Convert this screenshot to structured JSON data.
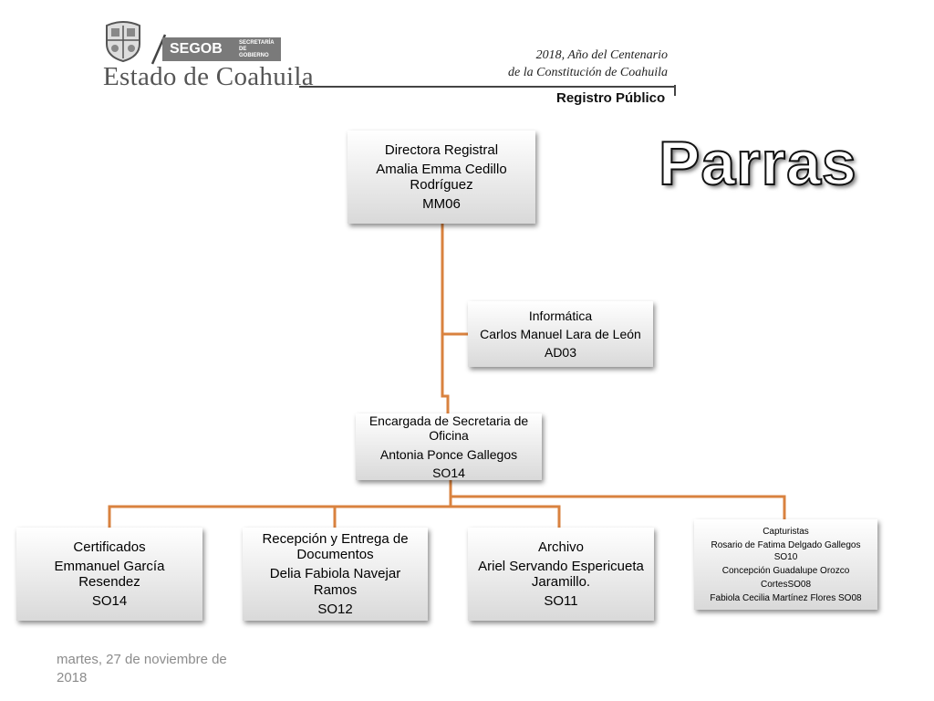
{
  "header": {
    "state_name": "Estado de Coahuila",
    "segob": "SEGOB",
    "segob_sub": "SECRETARÍA DE GOBIERNO",
    "year_line1": "2018, Año del Centenario",
    "year_line2": "de la Constitución de Coahuila",
    "section": "Registro Público"
  },
  "title": "Parras",
  "org": {
    "director": {
      "role": "Directora Registral",
      "name": "Amalia Emma Cedillo Rodríguez",
      "code": "MM06"
    },
    "informatica": {
      "role": "Informática",
      "name": "Carlos Manuel Lara de León",
      "code": "AD03"
    },
    "encargada": {
      "role": "Encargada de Secretaria de Oficina",
      "name": "Antonia Ponce Gallegos",
      "code": "SO14"
    },
    "certificados": {
      "role": "Certificados",
      "name": "Emmanuel García Resendez",
      "code": "SO14"
    },
    "recepcion": {
      "role": "Recepción y Entrega de Documentos",
      "name": "Delia Fabiola Navejar Ramos",
      "code": "SO12"
    },
    "archivo": {
      "role": "Archivo",
      "name": "Ariel Servando Espericueta Jaramillo.",
      "code": "SO11"
    },
    "capturistas": {
      "role": "Capturistas",
      "members": [
        "Rosario de Fatima Delgado Gallegos SO10",
        "Concepción Guadalupe Orozco",
        "CortesSO08",
        "Fabiola Cecilia Martínez Flores SO08"
      ]
    }
  },
  "colors": {
    "connector": "#d9823f"
  },
  "footer": {
    "date": "martes, 27 de noviembre de 2018"
  }
}
